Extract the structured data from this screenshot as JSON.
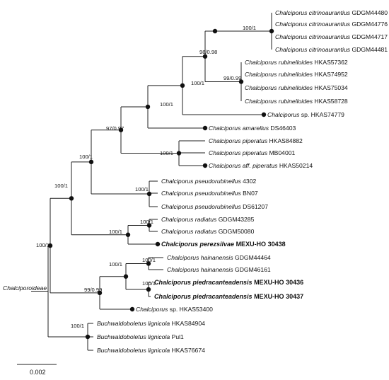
{
  "root_label": "Chalciporoideae",
  "scale_label": "0.002",
  "taxa": [
    {
      "genus": "Chalciporus",
      "epithet": "citrinoaurantius",
      "voucher": "GDGM44480",
      "bold": false
    },
    {
      "genus": "Chalciporus",
      "epithet": "citrinoaurantius",
      "voucher": "GDGM44776",
      "bold": false
    },
    {
      "genus": "Chalciporus",
      "epithet": "citrinoaurantius",
      "voucher": "GDGM44717",
      "bold": false
    },
    {
      "genus": "Chalciporus",
      "epithet": "citrinoaurantius",
      "voucher": "GDGM44481",
      "bold": false
    },
    {
      "genus": "Chalciporus",
      "epithet": "rubinelloides",
      "voucher": "HKAS57362",
      "bold": false
    },
    {
      "genus": "Chalciporus",
      "epithet": "rubinelloides",
      "voucher": "HKAS74952",
      "bold": false
    },
    {
      "genus": "Chalciporus",
      "epithet": "rubinelloides",
      "voucher": "HKAS75034",
      "bold": false
    },
    {
      "genus": "Chalciporus",
      "epithet": "rubinelloides",
      "voucher": "HKAS58728",
      "bold": false
    },
    {
      "genus": "Chalciporus",
      "epithet": "sp.",
      "voucher": "HKAS74779",
      "bold": false,
      "epithet_italic": false
    },
    {
      "genus": "Chalciporus",
      "epithet": "amarellus",
      "voucher": "DS46403",
      "bold": false
    },
    {
      "genus": "Chalciporus",
      "epithet": "piperatus",
      "voucher": "HKAS84882",
      "bold": false
    },
    {
      "genus": "Chalciporus",
      "epithet": "piperatus",
      "voucher": "MB04001",
      "bold": false
    },
    {
      "genus": "Chalciporus",
      "epithet": "aff. piperatus",
      "voucher": "HKAS50214",
      "bold": false
    },
    {
      "genus": "Chalciporus",
      "epithet": "pseudorubinellus",
      "voucher": "4302",
      "bold": false
    },
    {
      "genus": "Chalciporus",
      "epithet": "pseudorubinellus",
      "voucher": "BN07",
      "bold": false
    },
    {
      "genus": "Chalciporus",
      "epithet": "pseudorubinellus",
      "voucher": "DS61207",
      "bold": false
    },
    {
      "genus": "Chalciporus",
      "epithet": "radiatus",
      "voucher": "GDGM43285",
      "bold": false
    },
    {
      "genus": "Chalciporus",
      "epithet": "radiatus",
      "voucher": "GDGM50080",
      "bold": false
    },
    {
      "genus": "Chalciporus",
      "epithet": "perezsilvae",
      "voucher": "MEXU-HO 30438",
      "bold": true
    },
    {
      "genus": "Chalciporus",
      "epithet": "hainanensis",
      "voucher": "GDGM44464",
      "bold": false
    },
    {
      "genus": "Chalciporus",
      "epithet": "hainanensis",
      "voucher": "GDGM46161",
      "bold": false
    },
    {
      "genus": "Chalciporus",
      "epithet": "piedracanteadensis",
      "voucher": "MEXU-HO 30436",
      "bold": true
    },
    {
      "genus": "Chalciporus",
      "epithet": "piedracanteadensis",
      "voucher": "MEXU-HO 30437",
      "bold": true
    },
    {
      "genus": "Chalciporus",
      "epithet": "sp.",
      "voucher": "HKAS53400",
      "bold": false,
      "epithet_italic": false
    },
    {
      "genus": "Buchwaldoboletus",
      "epithet": "lignicola",
      "voucher": "HKAS84904",
      "bold": false
    },
    {
      "genus": "Buchwaldoboletus",
      "epithet": "lignicola",
      "voucher": "Pul1",
      "bold": false
    },
    {
      "genus": "Buchwaldoboletus",
      "epithet": "lignicola",
      "voucher": "HKAS76674",
      "bold": false
    }
  ],
  "supports": [
    "100/1",
    "100/1",
    "100/1",
    "100/1",
    "97/0.97",
    "100/1",
    "100/1",
    "98/0.98",
    "100/1",
    "99/0.99",
    "100/1",
    "100/1",
    "100/1",
    "100/1",
    "100/1",
    "100/1"
  ]
}
